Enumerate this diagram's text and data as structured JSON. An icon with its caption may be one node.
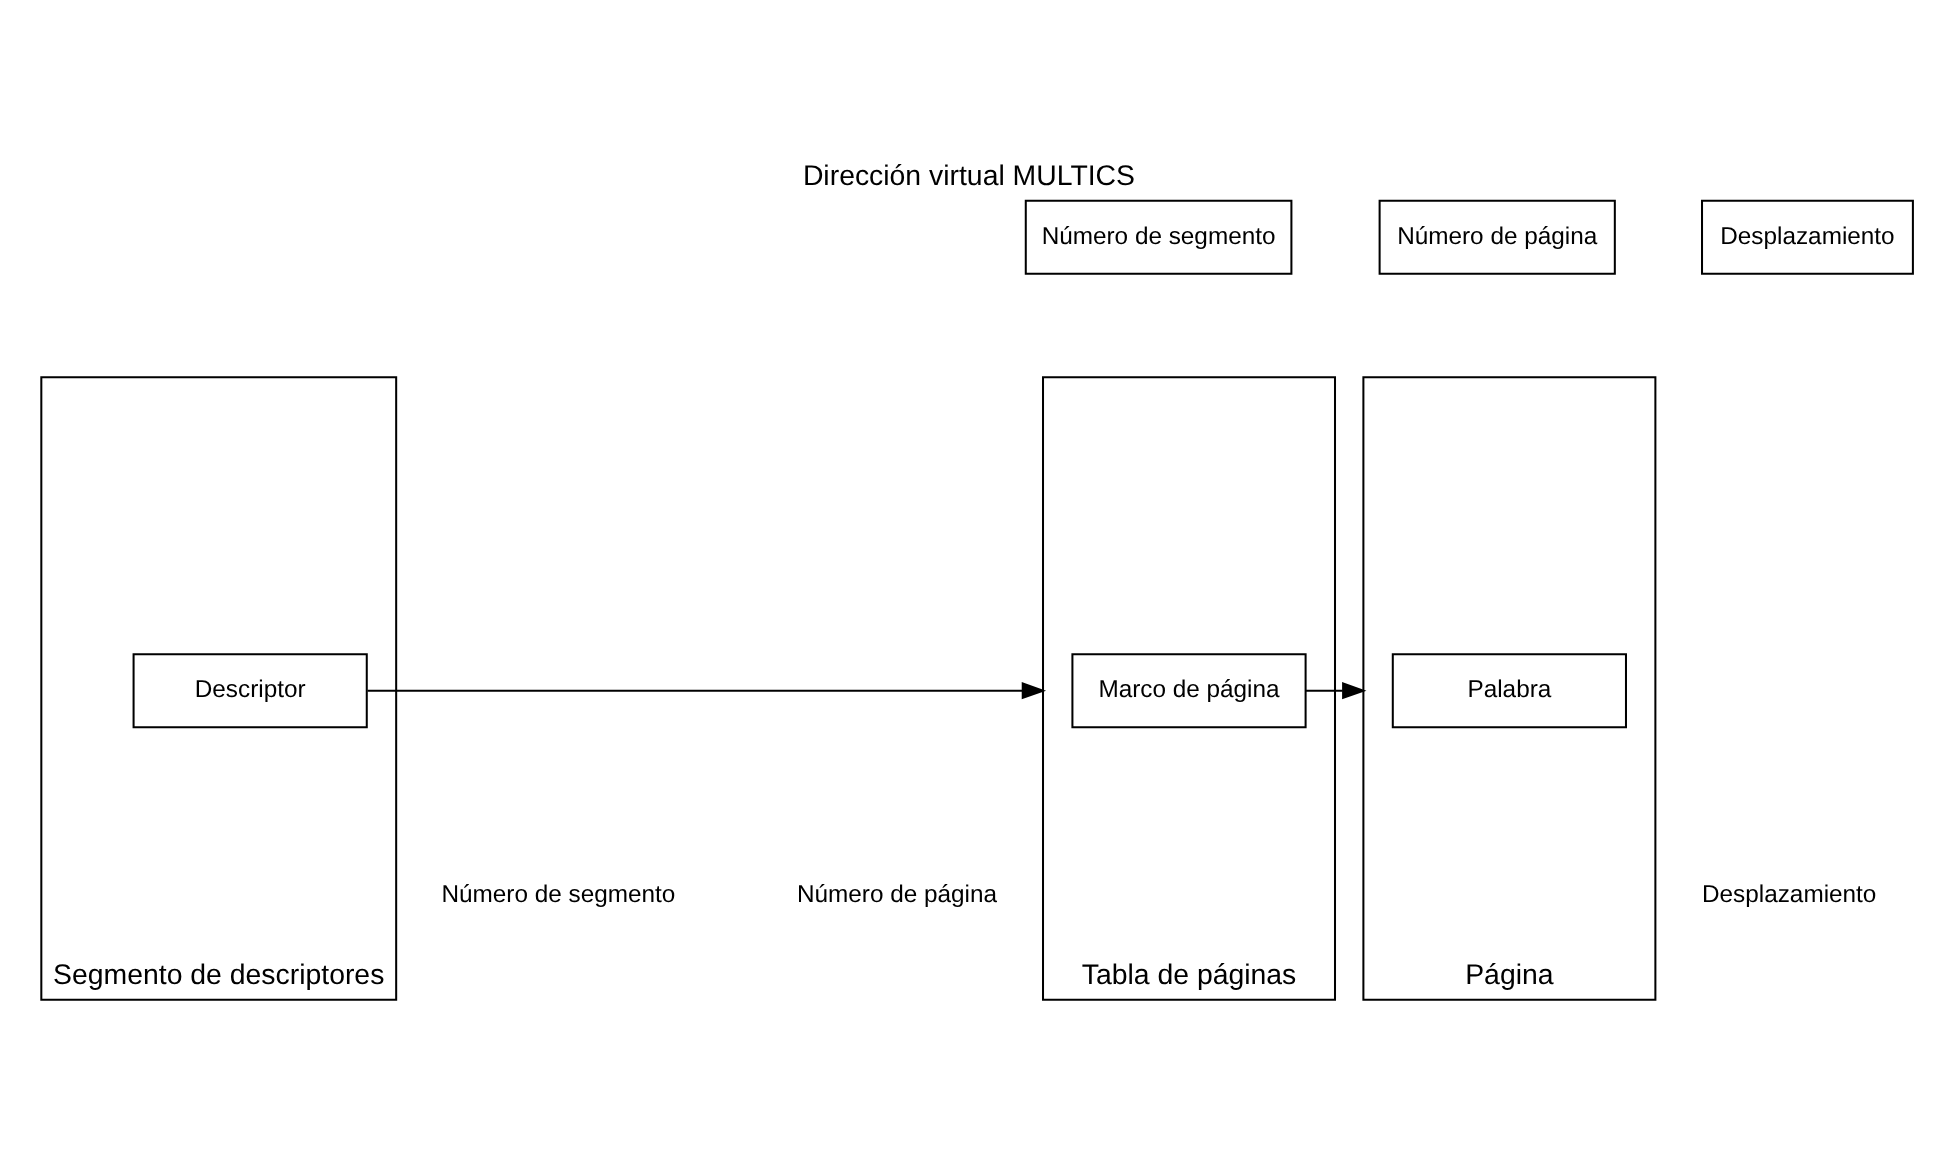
{
  "diagram": {
    "title": "Dirección virtual MULTICS",
    "nodes": [
      {
        "text": [
          "Número de segmento"
        ]
      },
      {
        "text": [
          "Número de página"
        ]
      },
      {
        "text": [
          "Desplazamiento"
        ]
      },
      {
        "text": [],
        "shape": "box",
        "beside": [
          "Segmento de descriptores"
        ]
      },
      {
        "text": [
          "Descriptor"
        ],
        "in": 3
      },
      {
        "text": [],
        "shape": "box",
        "beside": [
          "Tabla de páginas"
        ]
      },
      {
        "text": [
          "Marco de página"
        ],
        "in": 5
      },
      {
        "text": [],
        "shape": "box",
        "beside": [
          "Página"
        ]
      },
      {
        "text": [
          "Palabra"
        ],
        "in": 7
      }
    ],
    "edges": [
      {
        "from": 4,
        "to": 5,
        "arrow": "to"
      },
      {
        "from": 6,
        "to": 7,
        "arrow": "to"
      }
    ],
    "labels": [
      "Número de segmento",
      "Número de página",
      "Desplazamiento"
    ]
  }
}
